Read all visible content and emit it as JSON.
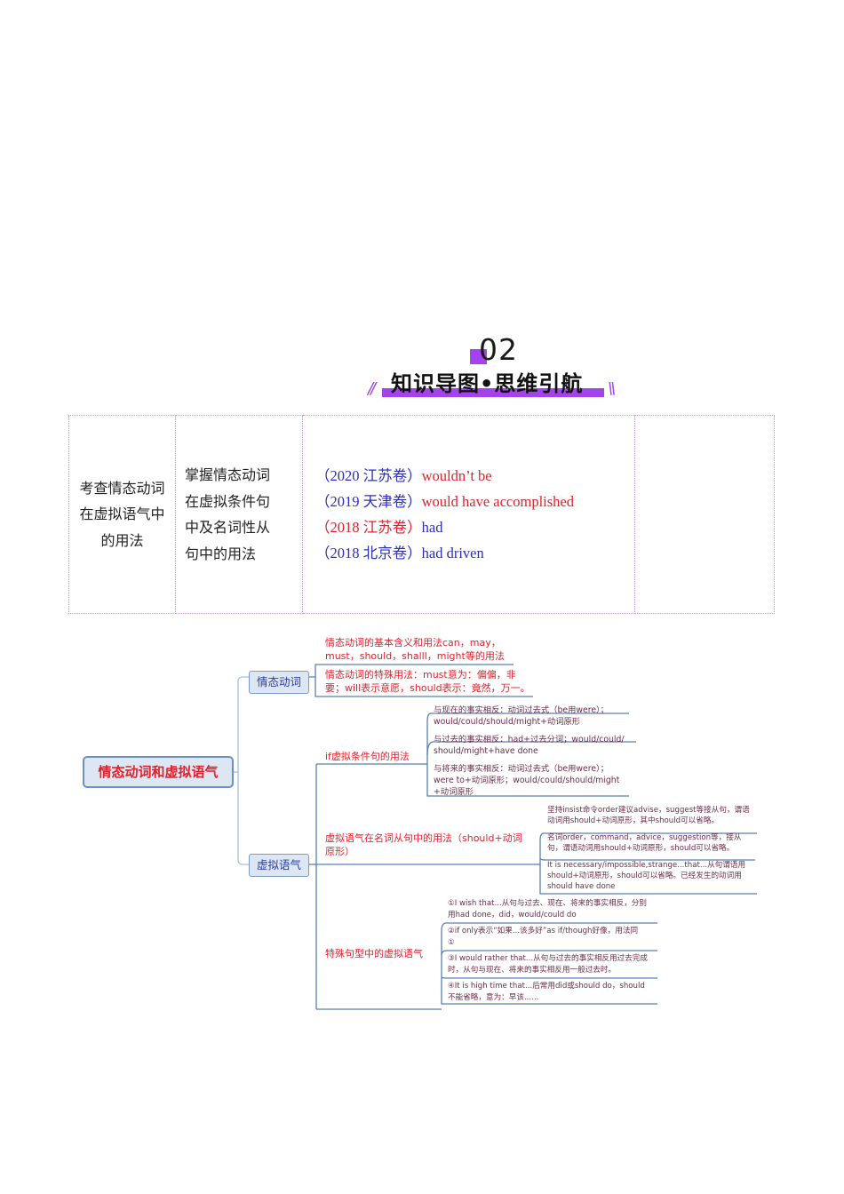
{
  "section": {
    "number": "02",
    "title": "知识导图•思维引航",
    "slash_left": "//",
    "slash_right": "\\\\",
    "accent_color": "#a542f0"
  },
  "table": {
    "col1": [
      "考查情态动词",
      "在虚拟语气中",
      "的用法"
    ],
    "col2": [
      "掌握情态动词",
      "在虚拟条件句",
      "中及名词性从",
      "句中的用法"
    ],
    "col3": [
      {
        "source": "（2020 江苏卷）",
        "source_color": "blue",
        "answer": "wouldn’t be",
        "answer_color": "red"
      },
      {
        "source": "（2019 天津卷）",
        "source_color": "blue",
        "answer": "would have accomplished",
        "answer_color": "red"
      },
      {
        "source": "（2018 江苏卷）",
        "source_color": "red",
        "answer": "had",
        "answer_color": "blue"
      },
      {
        "source": "（2018 北京卷）",
        "source_color": "blue",
        "answer": "had driven",
        "answer_color": "blue"
      }
    ],
    "col4": ""
  },
  "mindmap": {
    "root": "情态动词和虚拟语气",
    "branches": [
      {
        "label": "情态动词",
        "children": [
          {
            "lines": [
              "情态动词的基本含义和用法can，may，",
              "must，should，shalll，might等的用法"
            ]
          },
          {
            "lines": [
              "情态动词的特殊用法：must意为：偏偏，非",
              "要；will表示意愿，should表示：竟然，万一。"
            ]
          }
        ]
      },
      {
        "label": "虚拟语气",
        "children": [
          {
            "label": "if虚拟条件句的用法",
            "children": [
              {
                "lines": [
                  "与现在的事实相反：动词过去式（be用were）；",
                  "would/could/should/might+动词原形"
                ]
              },
              {
                "lines": [
                  "与过去的事实相反：had+过去分词；would/could/",
                  "should/might+have done"
                ]
              },
              {
                "lines": [
                  "与将来的事实相反：动词过去式（be用were）；",
                  "were to+动词原形；would/could/should/might",
                  "+动词原形"
                ]
              }
            ]
          },
          {
            "label_lines": [
              "虚拟语气在名词从句中的用法（should+动词",
              "原形）"
            ],
            "children": [
              {
                "lines": [
                  "坚持insist命令order建议advise，suggest等接从句，谓语",
                  "动词用should+动词原形，其中should可以省略。"
                ]
              },
              {
                "lines": [
                  "名词order，command，advice，suggestion等，接从",
                  "句，谓语动词用should+动词原形，should可以省略。"
                ]
              },
              {
                "lines": [
                  "It is necessary/impossible,strange...that...从句谓语用",
                  "should+动词原形，should可以省略。已经发生的动词用",
                  "should have done"
                ]
              }
            ]
          },
          {
            "label": "特殊句型中的虚拟语气",
            "children": [
              {
                "lines": [
                  "①I wish that...从句与过去、现在、将来的事实相反，分别",
                  "用had done，did，would/could do"
                ]
              },
              {
                "lines": [
                  "②if only表示“如果...该多好”as if/though好像，用法同",
                  "①"
                ]
              },
              {
                "lines": [
                  "③I would rather that...从句与过去的事实相反用过去完成",
                  "时，从句与现在、将来的事实相反用一般过去时。"
                ]
              },
              {
                "lines": [
                  "④It is high time that...后常用did或should do，should",
                  "不能省略，意为：早该......"
                ]
              }
            ]
          }
        ]
      }
    ]
  }
}
